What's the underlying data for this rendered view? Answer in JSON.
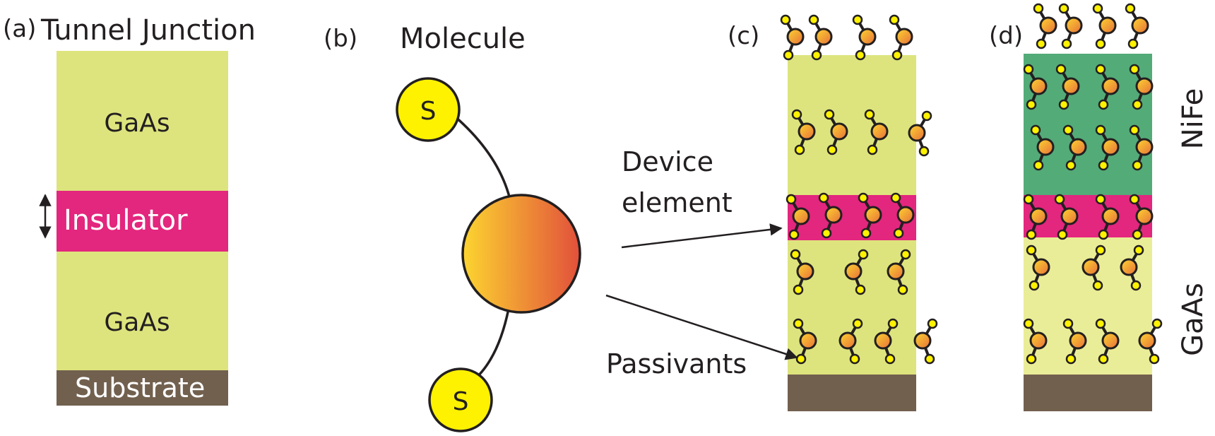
{
  "panel_a": {
    "label": "(a)",
    "title": "Tunnel Junction",
    "top_layer": "GaAs",
    "insulator": "Insulator",
    "bottom_layer": "GaAs",
    "substrate": "Substrate"
  },
  "panel_b": {
    "label": "(b)",
    "title": "Molecule",
    "atom_top": "S",
    "atom_bottom": "S"
  },
  "panel_c": {
    "label": "(c)",
    "callout_device": [
      "Device",
      "element"
    ],
    "callout_passivants": "Passivants"
  },
  "panel_d": {
    "label": "(d)",
    "side_label_top": "NiFe",
    "side_label_bottom": "GaAs"
  },
  "colors": {
    "gaas": "#dde47d",
    "gaas_light": "#eaed97",
    "insulator": "#e3267e",
    "substrate": "#72604f",
    "nife": "#53ab78",
    "sulfur": "#fff200",
    "molecule_left": "#fcd530",
    "molecule_right": "#e2503b",
    "outline": "#231f20"
  }
}
